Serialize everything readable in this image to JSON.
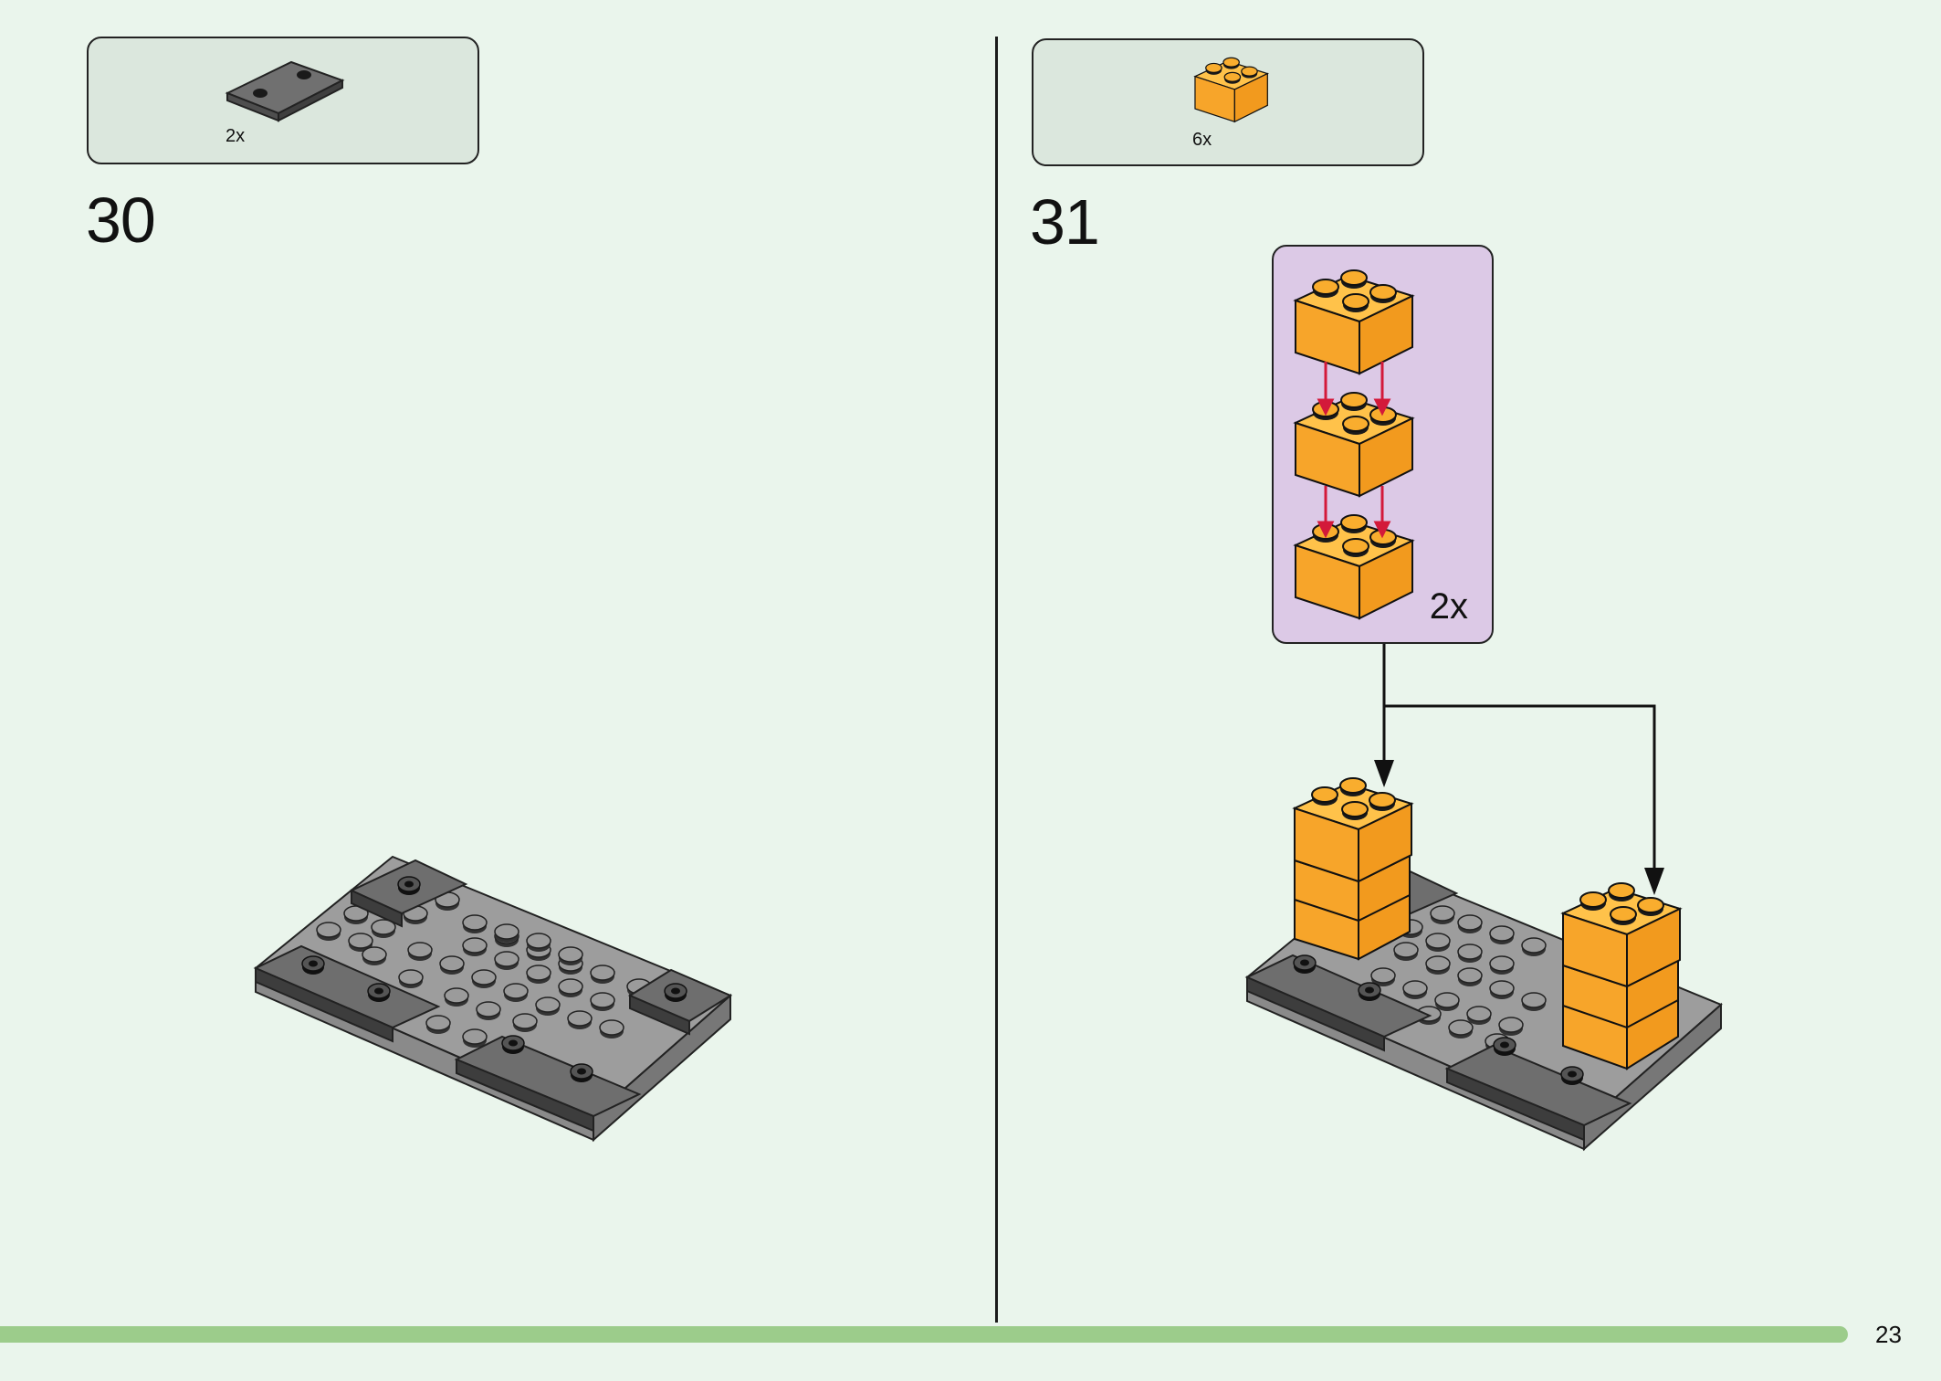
{
  "steps": [
    {
      "number": "30",
      "parts": {
        "qty": "2x",
        "part": "dark gray plate 1x2"
      }
    },
    {
      "number": "31",
      "parts": {
        "qty": "6x",
        "part": "orange brick 2x2"
      },
      "callout_qty": "2x"
    }
  ],
  "page_number": "23",
  "colors": {
    "background": "#eaf5ec",
    "parts_box": "#dbe7dd",
    "callout": "#dcc9e6",
    "orange": "#f9ad2e",
    "dark_gray": "#6e6e6e",
    "light_gray": "#a0a0a0",
    "arrow_red": "#d3193a",
    "footer_bar": "#9ccc8b"
  }
}
